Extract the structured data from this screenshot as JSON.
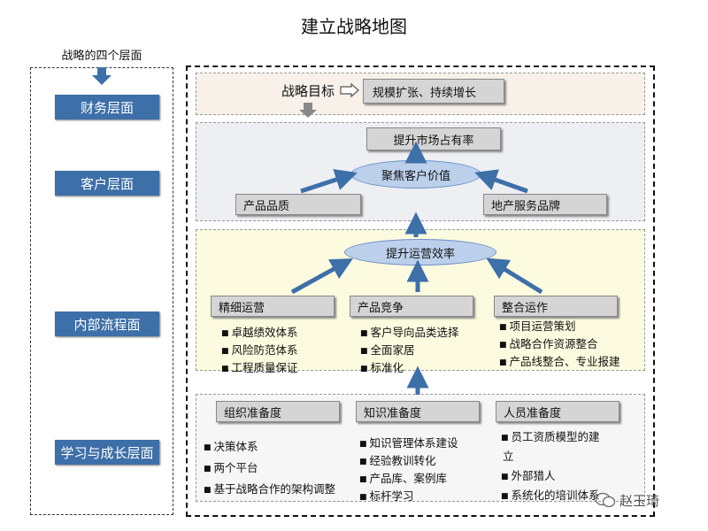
{
  "title": "建立战略地图",
  "left_panel": {
    "caption": "战略的四个层面",
    "layers": [
      "财务层面",
      "客户层面",
      "内部流程面",
      "学习与成长层面"
    ]
  },
  "financial": {
    "goal_label": "战略目标",
    "goal_value": "规模扩张、持续增长"
  },
  "customer": {
    "top": "提升市场占有率",
    "ellipse": "聚焦客户价值",
    "left": "产品品质",
    "right": "地产服务品牌"
  },
  "process": {
    "ellipse": "提升运营效率",
    "columns": [
      {
        "header": "精细运营",
        "items": [
          "卓越绩效体系",
          "风险防范体系",
          "工程质量保证"
        ]
      },
      {
        "header": "产品竞争",
        "items": [
          "客户导向品类选择",
          "全面家居",
          "标准化"
        ]
      },
      {
        "header": "整合运作",
        "items": [
          "项目运营策划",
          "战略合作资源整合",
          "产品线整合、专业报建"
        ]
      }
    ]
  },
  "learning": {
    "columns": [
      {
        "header": "组织准备度",
        "items": [
          "决策体系",
          "两个平台",
          "基于战略合作的架构调整"
        ]
      },
      {
        "header": "知识准备度",
        "items": [
          "知识管理体系建设",
          "经验教训转化",
          "产品库、案例库",
          "标杆学习"
        ]
      },
      {
        "header": "人员准备度",
        "items": [
          "员工资质模型的建",
          "外部猎人",
          "系统化的培训体系"
        ]
      }
    ],
    "wrap_text": "立"
  },
  "watermark": "赵玉琦",
  "colors": {
    "layer_button": "#3d6fa8",
    "ellipse": "#bcd0ec",
    "arrow": "#3d6fa8",
    "financial_band": "#f7f1ea",
    "customer_band": "#eeeff3",
    "process_band": "#fdfbdf",
    "learning_band": "#f6f6f6"
  }
}
